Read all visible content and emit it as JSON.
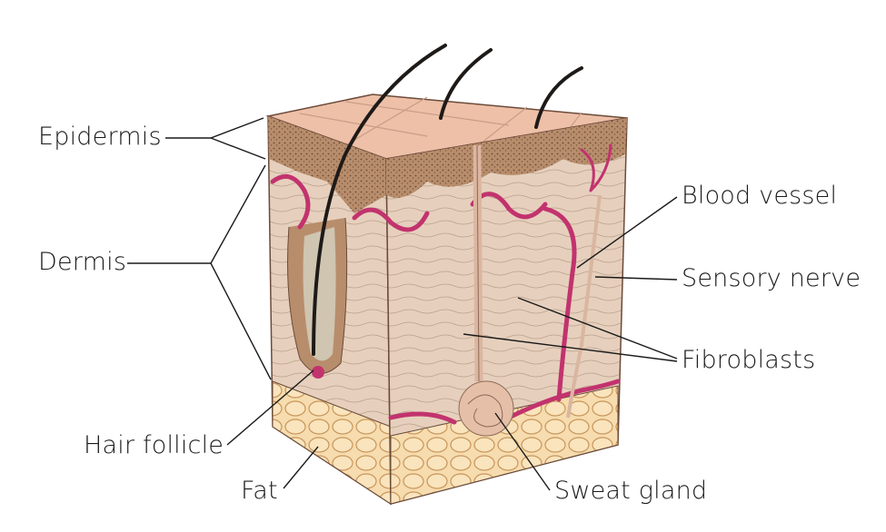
{
  "labels": {
    "epidermis": "Epidermis",
    "dermis": "Dermis",
    "hair_follicle": "Hair follicle",
    "fat": "Fat",
    "sweat_gland": "Sweat gland",
    "fibroblasts": "Fibroblasts",
    "sensory_nerve": "Sensory nerve",
    "blood_vessel": "Blood vessel"
  },
  "colors": {
    "epidermis": "#b48a6a",
    "skin_top": "#eebfa8",
    "dermis": "#e8d2c0",
    "vessel": "#c2336e",
    "fat": "#f3d3a0",
    "hair": "#1e1a18"
  }
}
